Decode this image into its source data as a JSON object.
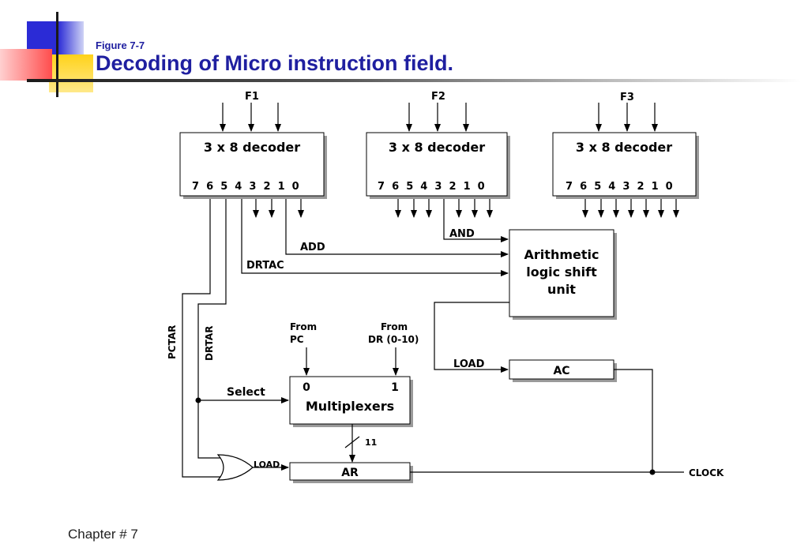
{
  "header": {
    "figure_label": "Figure 7-7",
    "title": "Decoding of Micro instruction field."
  },
  "footer": {
    "text": "Chapter # 7"
  },
  "decoders": [
    {
      "field": "F1",
      "name": "3 x 8 decoder",
      "outputs": "7  6  5  4  3  2  1  0"
    },
    {
      "field": "F2",
      "name": "3 x 8 decoder",
      "outputs": "7  6  5  4  3  2  1  0"
    },
    {
      "field": "F3",
      "name": "3 x 8 decoder",
      "outputs": "7  6  5  4  3  2  1  0"
    }
  ],
  "alu": {
    "line1": "Arithmetic",
    "line2": "logic shift",
    "line3": "unit"
  },
  "mux": {
    "name": "Multiplexers",
    "in0": "0",
    "in1": "1",
    "from_pc_1": "From",
    "from_pc_2": "PC",
    "from_dr_1": "From",
    "from_dr_2": "DR (0-10)"
  },
  "registers": {
    "ac": "AC",
    "ar": "AR"
  },
  "signals": {
    "and": "AND",
    "add": "ADD",
    "drtac": "DRTAC",
    "pctar": "PCTAR",
    "drtar": "DRTAR",
    "select": "Select",
    "load_ac": "LOAD",
    "load_ar": "LOAD",
    "bus_width": "11",
    "clock": "CLOCK"
  },
  "colors": {
    "title": "#1f1fa0",
    "deco_blue": "#2b2bd6",
    "deco_red": "#ff4d4d",
    "deco_yellow": "#ffd21a"
  }
}
